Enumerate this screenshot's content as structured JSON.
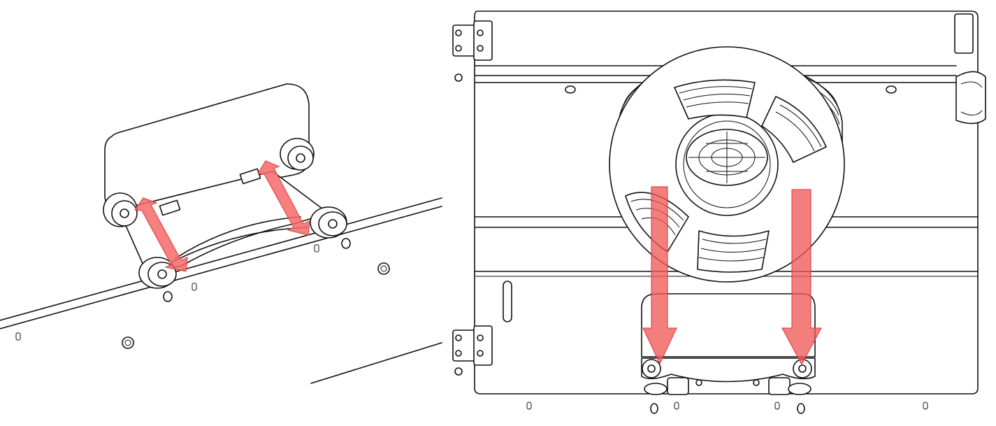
{
  "figure": {
    "left_panel": {
      "view": "angled-side",
      "arrows": 2
    },
    "right_panel": {
      "view": "front",
      "arrows": 2
    },
    "colors": {
      "arrow": "#f05a5a",
      "line": "#111111",
      "background": "#ffffff"
    }
  }
}
